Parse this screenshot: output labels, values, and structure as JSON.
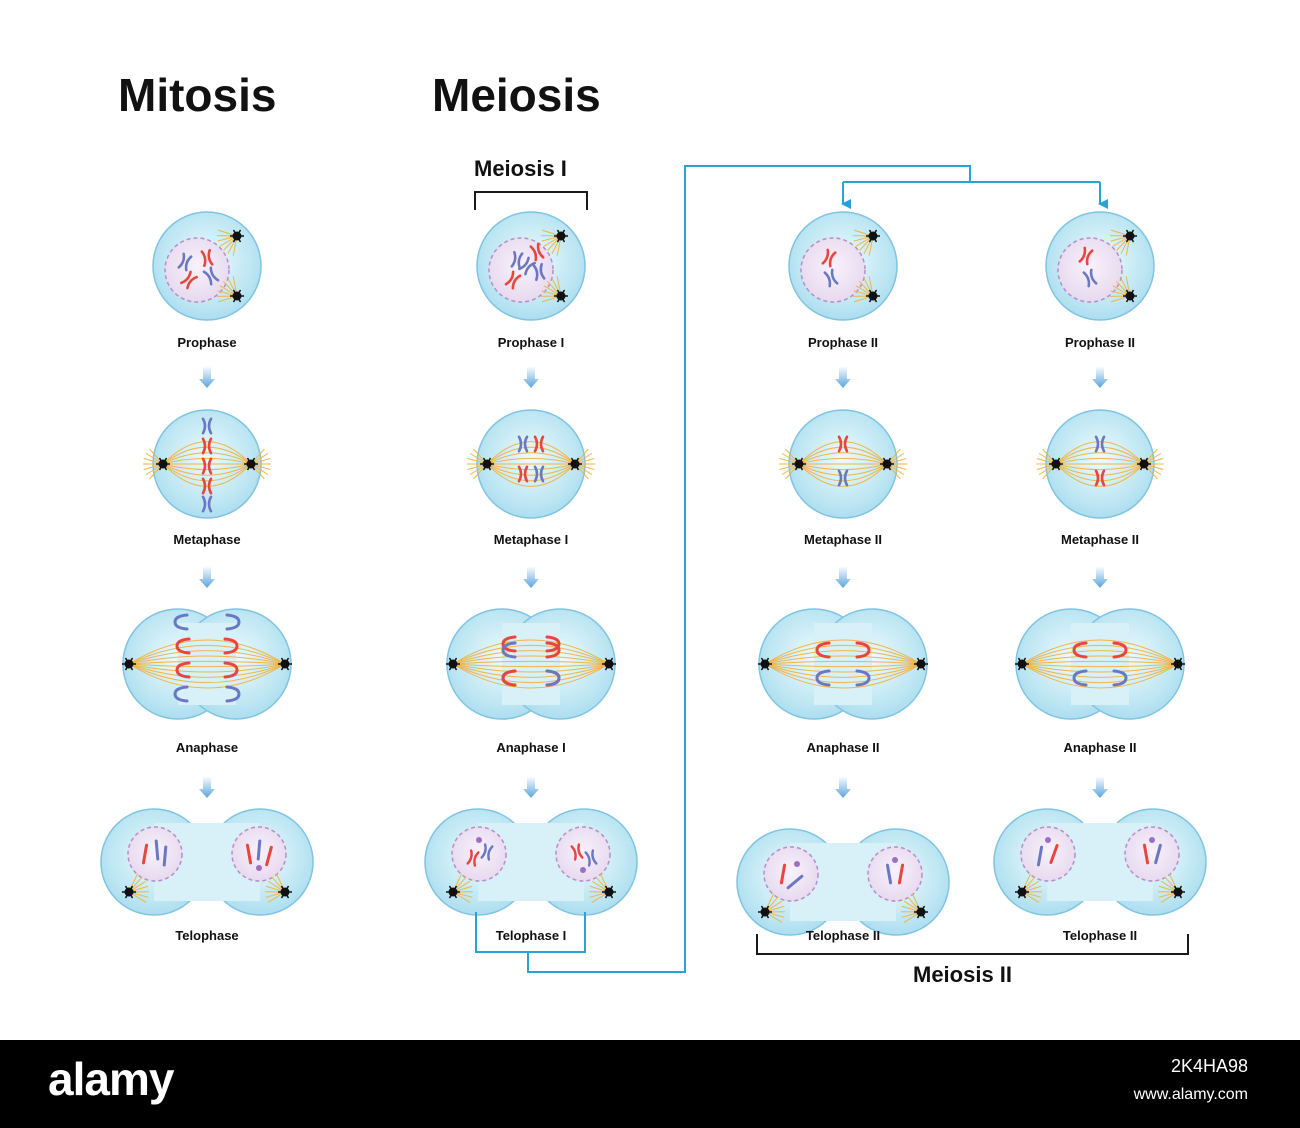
{
  "titles": {
    "mitosis": "Mitosis",
    "meiosis": "Meiosis"
  },
  "sections": {
    "meiosis_1": "Meiosis I",
    "meiosis_2": "Meiosis II"
  },
  "mitosis": [
    "Prophase",
    "Metaphase",
    "Anaphase",
    "Telophase"
  ],
  "meiosis_1": [
    "Prophase I",
    "Metaphase I",
    "Anaphase I",
    "Telophase I"
  ],
  "meiosis_2_left": [
    "Prophase II",
    "Metaphase II",
    "Anaphase II",
    "Telophase II"
  ],
  "meiosis_2_right": [
    "Prophase II",
    "Metaphase II",
    "Anaphase II",
    "Telophase II"
  ],
  "colors": {
    "cell_fill": "#bde6f3",
    "cell_stroke": "#7fc4e2",
    "nucleus_fill": "#e6d7ee",
    "nucleus_stroke": "#b78ec8",
    "chromosome_red": "#e8453c",
    "chromosome_blue": "#6a78c3",
    "spindle": "#f0b54a",
    "arrow": "#5aa4dc",
    "connector": "#29a3d6",
    "bracket": "#1a1a1a"
  },
  "watermark": {
    "logo": "alamy",
    "id": "2K4HA98",
    "url": "www.alamy.com"
  }
}
